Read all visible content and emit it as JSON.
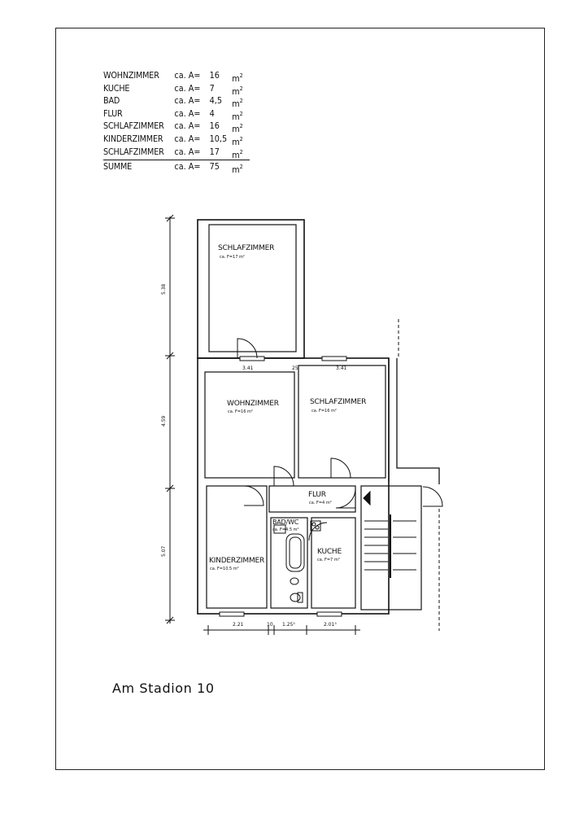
{
  "area_table": {
    "rows": [
      {
        "room": "WOHNZIMMER",
        "ca": "ca. A=",
        "value": "16",
        "unit": "m",
        "exp": "2"
      },
      {
        "room": "KUCHE",
        "ca": "ca. A=",
        "value": "7",
        "unit": "m",
        "exp": "2"
      },
      {
        "room": "BAD",
        "ca": "ca. A=",
        "value": "4,5",
        "unit": "m",
        "exp": "2"
      },
      {
        "room": "FLUR",
        "ca": "ca. A=",
        "value": "4",
        "unit": "m",
        "exp": "2"
      },
      {
        "room": "SCHLAFZIMMER",
        "ca": "ca. A=",
        "value": "16",
        "unit": "m",
        "exp": "2"
      },
      {
        "room": "KINDERZIMMER",
        "ca": "ca. A=",
        "value": "10,5",
        "unit": "m",
        "exp": "2"
      },
      {
        "room": "SCHLAFZIMMER",
        "ca": "ca. A=",
        "value": "17",
        "unit": "m",
        "exp": "2"
      }
    ],
    "total": {
      "room": "SUMME",
      "ca": "ca. A=",
      "value": "75",
      "unit": "m",
      "exp": "2"
    }
  },
  "plan": {
    "rooms": {
      "schlafzimmer_top": {
        "name": "SCHLAFZIMMER",
        "area": "ca. F=17 m²"
      },
      "wohnzimmer": {
        "name": "WOHNZIMMER",
        "area": "ca. F=16 m²"
      },
      "schlafzimmer_right": {
        "name": "SCHLAFZIMMER",
        "area": "ca. F=16 m²"
      },
      "flur": {
        "name": "FLUR",
        "area": "ca. F=4 m²"
      },
      "bad": {
        "name": "BAD/WC",
        "area": "ca. F=4.5 m²"
      },
      "kueche": {
        "name": "KUCHE",
        "area": "ca. F=7 m²"
      },
      "kinderzimmer": {
        "name": "KINDERZIMMER",
        "area": "ca. F=10.5 m²"
      }
    },
    "dimensions": {
      "top_left": "3.41",
      "top_mid": "25",
      "top_right": "3.41",
      "left_top": "5.38",
      "left_mid": "4.59",
      "left_bottom": "5.07",
      "bottom_1": "2.21",
      "bottom_2": "10",
      "bottom_3": "1.25⁵",
      "bottom_4": "2.01⁵"
    }
  },
  "address": "Am Stadion 10"
}
